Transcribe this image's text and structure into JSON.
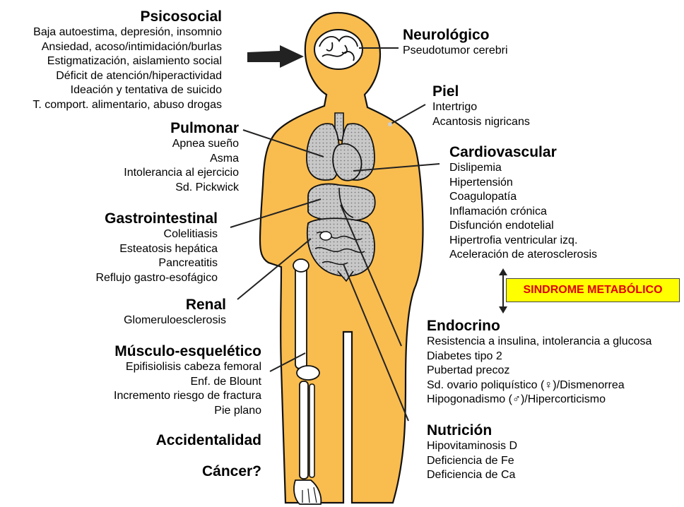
{
  "colors": {
    "body": "#f9bc4f",
    "organs": "#c5c5c5",
    "outline": "#111111",
    "bone": "#ffffff",
    "metabolic_fill": "#ffff00",
    "metabolic_text": "#e00000"
  },
  "groups": {
    "psicosocial": {
      "title": "Psicosocial",
      "items": [
        "Baja autoestima, depresión, insomnio",
        "Ansiedad, acoso/intimidación/burlas",
        "Estigmatización, aislamiento social",
        "Déficit de atención/hiperactividad",
        "Ideación y tentativa de suicido",
        "T. comport. alimentario, abuso drogas"
      ]
    },
    "pulmonar": {
      "title": "Pulmonar",
      "items": [
        "Apnea sueño",
        "Asma",
        "Intolerancia al ejercicio",
        "Sd. Pickwick"
      ]
    },
    "gastrointestinal": {
      "title": "Gastrointestinal",
      "items": [
        "Colelitiasis",
        "Esteatosis hepática",
        "Pancreatitis",
        "Reflujo gastro-esofágico"
      ]
    },
    "renal": {
      "title": "Renal",
      "items": [
        "Glomeruloesclerosis"
      ]
    },
    "musculo": {
      "title": "Músculo-esquelético",
      "items": [
        "Epifisiolisis cabeza femoral",
        "Enf. de Blount",
        "Incremento riesgo de fractura",
        "Pie plano"
      ]
    },
    "accidentalidad": {
      "title": "Accidentalidad",
      "items": []
    },
    "cancer": {
      "title": "Cáncer?",
      "items": []
    },
    "neurologico": {
      "title": "Neurológico",
      "items": [
        "Pseudotumor cerebri"
      ]
    },
    "piel": {
      "title": "Piel",
      "items": [
        "Intertrigo",
        "Acantosis nigricans"
      ]
    },
    "cardiovascular": {
      "title": "Cardiovascular",
      "items": [
        "Dislipemia",
        "Hipertensión",
        "Coagulopatía",
        "Inflamación crónica",
        "Disfunción endotelial",
        "Hipertrofia ventricular izq.",
        "Aceleración de aterosclerosis"
      ]
    },
    "endocrino": {
      "title": "Endocrino",
      "items": [
        "Resistencia a insulina, intolerancia a glucosa",
        "Diabetes tipo 2",
        "Pubertad precoz",
        "Sd. ovario poliquístico (♀)/Dismenorrea",
        "Hipogonadismo (♂)/Hipercorticismo"
      ]
    },
    "nutricion": {
      "title": "Nutrición",
      "items": [
        "Hipovitaminosis D",
        "Deficiencia de Fe",
        "Deficiencia de Ca"
      ]
    }
  },
  "metabolic": {
    "label": "SINDROME METABÓLICO"
  },
  "icons": {
    "arrow": "arrow-right-icon",
    "body": "human-body-icon",
    "brain": "brain-icon",
    "skeleton": "leg-skeleton-icon"
  }
}
